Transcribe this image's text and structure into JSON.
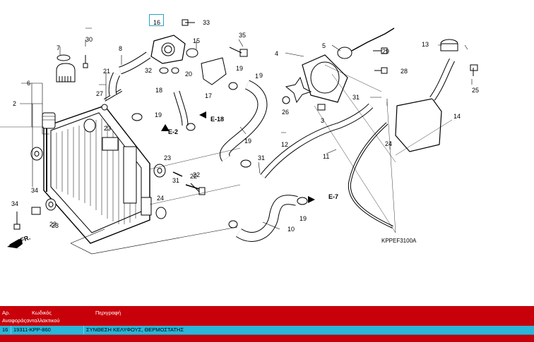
{
  "diagram": {
    "code": "KPPEF3100A",
    "selected_ref": "16",
    "fr_label": "FR.",
    "callouts": [
      "16",
      "33",
      "30",
      "7",
      "8",
      "35",
      "5",
      "29",
      "13",
      "15",
      "4",
      "28",
      "6",
      "21",
      "32",
      "20",
      "1",
      "19",
      "9",
      "25",
      "2",
      "27",
      "18",
      "17",
      "31",
      "14",
      "19",
      "E-18",
      "26",
      "3",
      "23",
      "E-2",
      "12",
      "19",
      "11",
      "31",
      "24",
      "23",
      "31",
      "22",
      "34",
      "22",
      "23",
      "E-7",
      "24",
      "19",
      "34",
      "23",
      "10"
    ],
    "colors": {
      "line": "#000000",
      "highlight": "#2aa3c7"
    }
  },
  "table": {
    "headers": {
      "number": "Αρ.",
      "code": "Κωδικός",
      "description": "Περιγραφή",
      "number_line2": "Αναφοράςανταλλακτικού"
    },
    "rows": [
      {
        "number": "16",
        "code": "19311-KPP-860",
        "description": "ΣΥΝΘΕΣΗ ΚΕΛΥΦΟΥΣ, ΘΕΡΜΟΣΤΑΤΗΣ"
      }
    ],
    "colors": {
      "header_bg": "#c8000a",
      "row_bg": "#2bb5d8"
    }
  }
}
